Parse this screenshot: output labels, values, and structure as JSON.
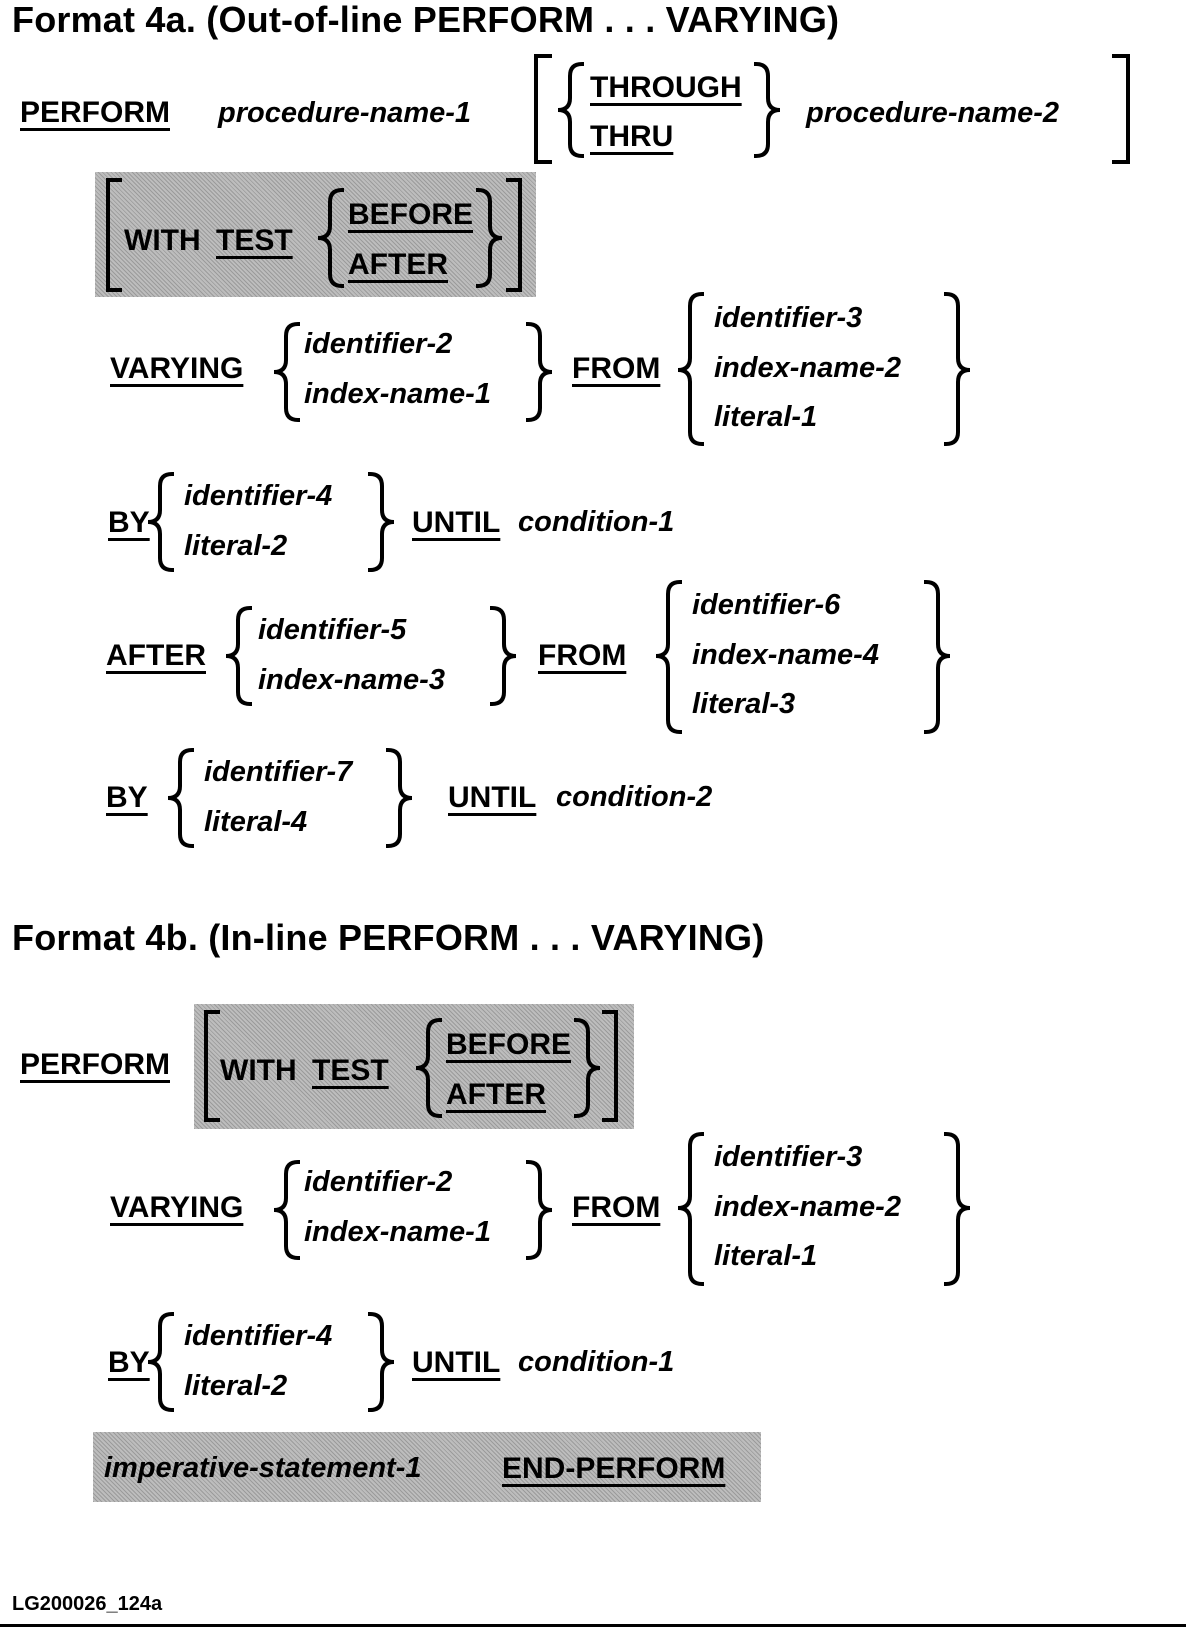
{
  "format_a": {
    "title": "Format 4a. (Out-of-line PERFORM . . . VARYING)",
    "perform": "PERFORM",
    "procedure_name_1": "procedure-name-1",
    "through": "THROUGH",
    "thru": "THRU",
    "procedure_name_2": "procedure-name-2",
    "with": "WITH",
    "test": "TEST",
    "before": "BEFORE",
    "after_opt": "AFTER",
    "varying": "VARYING",
    "identifier_2": "identifier-2",
    "index_name_1": "index-name-1",
    "from_1": "FROM",
    "identifier_3": "identifier-3",
    "index_name_2": "index-name-2",
    "literal_1": "literal-1",
    "by_1": "BY",
    "identifier_4": "identifier-4",
    "literal_2": "literal-2",
    "until_1": "UNTIL",
    "condition_1": "condition-1",
    "after_kw": "AFTER",
    "identifier_5": "identifier-5",
    "index_name_3": "index-name-3",
    "from_2": "FROM",
    "identifier_6": "identifier-6",
    "index_name_4": "index-name-4",
    "literal_3": "literal-3",
    "by_2": "BY",
    "identifier_7": "identifier-7",
    "literal_4": "literal-4",
    "until_2": "UNTIL",
    "condition_2": "condition-2"
  },
  "format_b": {
    "title": "Format 4b. (In-line PERFORM . . . VARYING)",
    "perform": "PERFORM",
    "with": "WITH",
    "test": "TEST",
    "before": "BEFORE",
    "after_opt": "AFTER",
    "varying": "VARYING",
    "identifier_2": "identifier-2",
    "index_name_1": "index-name-1",
    "from_1": "FROM",
    "identifier_3": "identifier-3",
    "index_name_2": "index-name-2",
    "literal_1": "literal-1",
    "by_1": "BY",
    "identifier_4": "identifier-4",
    "literal_2": "literal-2",
    "until_1": "UNTIL",
    "condition_1": "condition-1",
    "imperative_statement_1": "imperative-statement-1",
    "end_perform": "END-PERFORM"
  },
  "figure_id": "LG200026_124a"
}
